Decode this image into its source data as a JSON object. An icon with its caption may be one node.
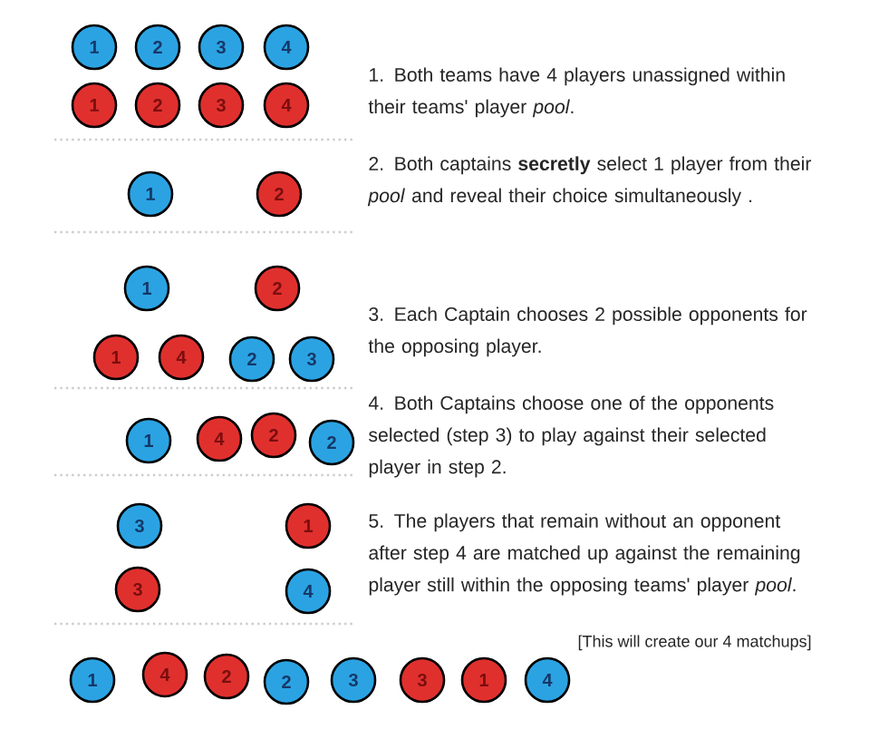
{
  "diagram": {
    "nodes": [
      {
        "text": [
          "1"
        ]
      },
      {
        "text": [
          "2"
        ]
      },
      {
        "text": [
          "3"
        ]
      },
      {
        "text": [
          "4"
        ]
      },
      {
        "text": [
          "1"
        ]
      },
      {
        "text": [
          "2"
        ]
      },
      {
        "text": [
          "3"
        ]
      },
      {
        "text": [
          "4"
        ]
      },
      {
        "text": [
          "1"
        ]
      },
      {
        "text": [
          "2"
        ]
      },
      {
        "text": [
          "1"
        ]
      },
      {
        "text": [
          "2"
        ]
      },
      {
        "text": [
          "1"
        ]
      },
      {
        "text": [
          "4"
        ]
      },
      {
        "text": [
          "2"
        ]
      },
      {
        "text": [
          "3"
        ]
      },
      {
        "text": [
          "1"
        ]
      },
      {
        "text": [
          "4"
        ]
      },
      {
        "text": [
          "2"
        ]
      },
      {
        "text": [
          "2"
        ]
      },
      {
        "text": [
          "3"
        ]
      },
      {
        "text": [
          "1"
        ]
      },
      {
        "text": [
          "3"
        ]
      },
      {
        "text": [
          "4"
        ]
      },
      {
        "text": [
          "1"
        ]
      },
      {
        "text": [
          "4"
        ]
      },
      {
        "text": [
          "2"
        ]
      },
      {
        "text": [
          "2"
        ]
      },
      {
        "text": [
          "3"
        ]
      },
      {
        "text": [
          "3"
        ]
      },
      {
        "text": [
          "1"
        ]
      },
      {
        "text": [
          "4"
        ]
      }
    ],
    "edges": [],
    "labels": [
      "1. Both teams have 4 players unassigned within their teams' player *pool*.",
      "2. Both captains **secretly** select 1 player from their *pool* and reveal their choice simultaneously .",
      "3. Each Captain chooses 2 possible opponents for the opposing player.",
      "4. Both Captains choose one of the opponents selected (step 3) to play against their selected player in step 2.",
      "5. The players that remain without an opponent after step 4  are matched up against the remaining player still within the opposing teams' player *pool*.",
      "[This will create our 4 matchups]"
    ]
  }
}
